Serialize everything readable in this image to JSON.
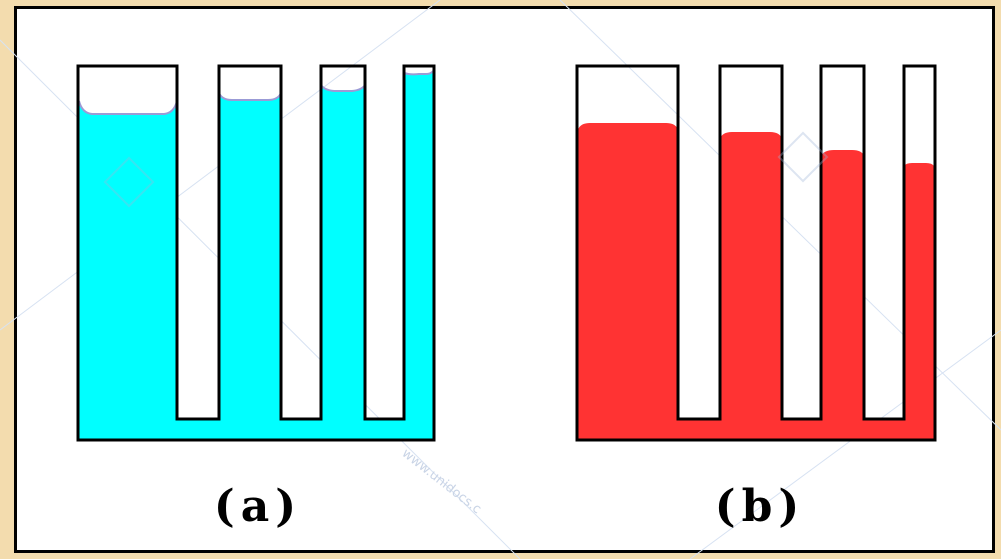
{
  "figure": {
    "panels": [
      {
        "id": "a",
        "caption": "(a)",
        "liquid_color": "#00ffff",
        "meniscus": "concave"
      },
      {
        "id": "b",
        "caption": "(b)",
        "liquid_color": "#ff3333",
        "meniscus": "convex"
      }
    ]
  },
  "watermark": {
    "text": "www.unidocs.c"
  },
  "colors": {
    "background": "#f3dcae",
    "frame": "#000000",
    "paper": "#ffffff",
    "water": "#00ffff",
    "mercury": "#ff3333",
    "meniscus_edge": "#9b9bd6"
  }
}
